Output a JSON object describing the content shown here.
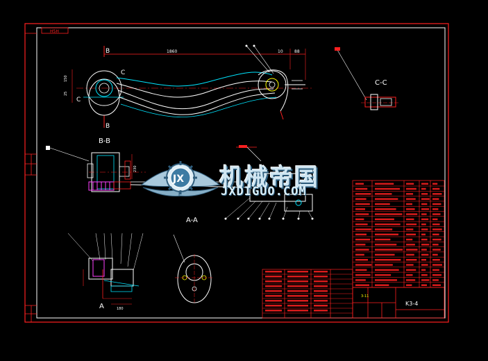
{
  "drawing": {
    "title_tag": "H5H",
    "part_code": "K3-4",
    "sheet_label": "3-11",
    "view_bb": "B-B",
    "view_aa": "A-A",
    "view_cc": "C-C",
    "section_b": "B",
    "section_c": "C",
    "section_a": "A",
    "dim_top_main": "1860",
    "dim_top_small1": "10",
    "dim_top_small2": "88",
    "dim_bottom": "180",
    "dim_vert_left1": "150",
    "dim_vert_left2": "25",
    "dim_bb_vert": "230"
  },
  "watermark": {
    "name_cn": "机械帝国",
    "name_en": "JXDIGUO.COM"
  },
  "colors": {
    "frame": "#ff2020",
    "outline": "#ffffff",
    "cyan": "#00e5ff",
    "yellow": "#ffff00",
    "magenta": "#ff40ff",
    "green": "#20ff40"
  }
}
